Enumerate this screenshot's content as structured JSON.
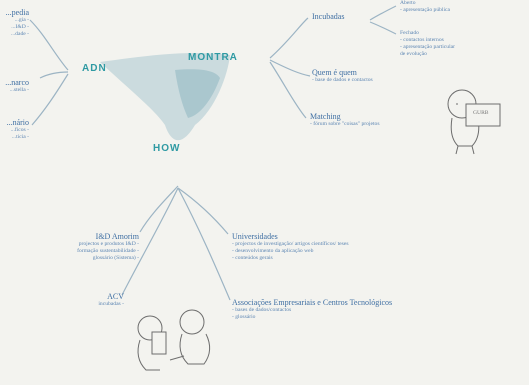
{
  "center": {
    "adn": "ADN",
    "montra": "MONTRA",
    "how": "HOW"
  },
  "left_top": [
    {
      "label": "...pedia",
      "subs": [
        "...gia -",
        "...I&D -",
        "...dade -"
      ]
    },
    {
      "label": "...narco",
      "subs": [
        "...stella -"
      ]
    },
    {
      "label": "...nário",
      "subs": [
        "...ficos -",
        "...ticia -"
      ]
    }
  ],
  "montra": {
    "incubadas": {
      "label": "Incubadas",
      "aberto": {
        "label": "Aberto",
        "subs": [
          "- apresentação pública"
        ]
      },
      "fechado": {
        "label": "Fechado",
        "subs": [
          "- contactos internos",
          "- apresentação particular",
          "  de evolução"
        ]
      }
    },
    "quem": {
      "label": "Quem é quem",
      "subs": [
        "- base de dados e contactos"
      ]
    },
    "matching": {
      "label": "Matching",
      "subs": [
        "- fórum sobre \"coisas\" projetos"
      ]
    },
    "sketch_box": "GURB"
  },
  "how": {
    "idamorim": {
      "label": "I&D Amorim",
      "subs": [
        "projectos e produtos I&D -",
        "formação sustentabilidade -",
        "glossário (Sistema) -"
      ]
    },
    "acv": {
      "label": "ACV",
      "subs": [
        "incubadas -"
      ]
    },
    "universidades": {
      "label": "Universidades",
      "subs": [
        "- projectos de investigação/ artigos científicos/ teses",
        "- desenvolvimento da aplicação web",
        "- conteúdos gerais"
      ]
    },
    "associacoes": {
      "label": "Associações Empresariais e Centros Tecnológicos",
      "subs": [
        "- bases de dados/contactos",
        "- glossário"
      ]
    }
  }
}
